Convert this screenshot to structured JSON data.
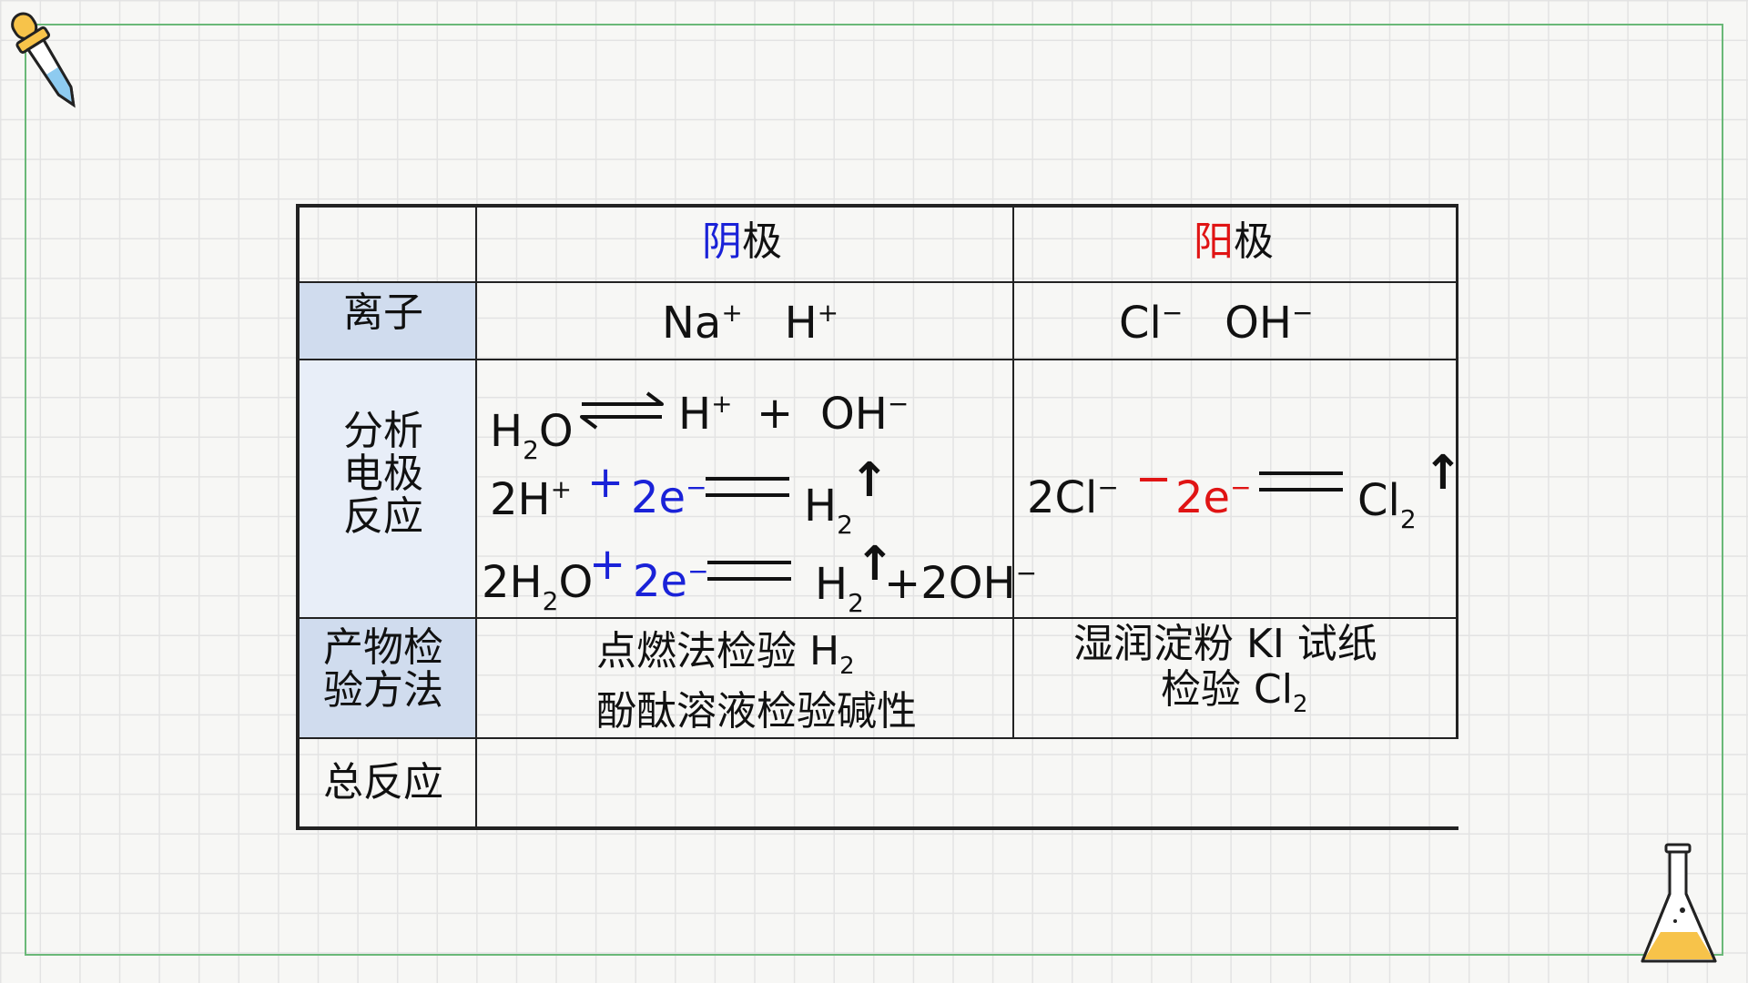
{
  "table": {
    "header": {
      "cathode_char1": "阴",
      "cathode_char2": "极",
      "anode_char1": "阳",
      "anode_char2": "极"
    },
    "row_labels": {
      "ions": "离子",
      "analysis_line1": "分析",
      "analysis_line2": "电极",
      "analysis_line3": "反应",
      "test_line1": "产物检",
      "test_line2": "验方法",
      "total": "总反应"
    },
    "ions": {
      "cathode": [
        "Na",
        "+",
        "H",
        "+"
      ],
      "anode": [
        "Cl",
        "−",
        "OH",
        "−"
      ]
    },
    "cathode_eq1": {
      "h": "H",
      "sub2": "2",
      "o": "O",
      "h2": "H",
      "plus_sup": "+",
      "plus": "+",
      "oh": "OH",
      "minus_sup": "−"
    },
    "cathode_eq2": {
      "left": "2H",
      "sup": "+",
      "op": "+",
      "e": "2e",
      "esup": "−",
      "prod": "H",
      "psub": "2",
      "arrow": "↑"
    },
    "cathode_eq3": {
      "left": "2H",
      "lsub": "2",
      "lo": "O",
      "op": "+",
      "e": "2e",
      "esup": "−",
      "prod": "H",
      "psub": "2",
      "arrow": "↑",
      "tail": "+2OH",
      "tsup": "−"
    },
    "anode_eq": {
      "left": "2Cl",
      "lsup": "−",
      "op": "−",
      "e": "2e",
      "esup": "−",
      "prod": "Cl",
      "psub": "2",
      "arrow": "↑"
    },
    "test": {
      "cathode_line1": "点燃法检验 H",
      "cathode_sub1": "2",
      "cathode_line2": "酚酞溶液检验碱性",
      "anode_line1": "湿润淀粉 KI 试纸",
      "anode_line2": "检验 Cl",
      "anode_sub2": "2"
    }
  },
  "colors": {
    "grid_frame": "#6ab878",
    "label_bg": "#d0dcee",
    "blue": "#1a22d8",
    "red": "#e01414"
  },
  "icons": {
    "top_left": "dropper-icon",
    "bottom_right": "flask-icon"
  }
}
